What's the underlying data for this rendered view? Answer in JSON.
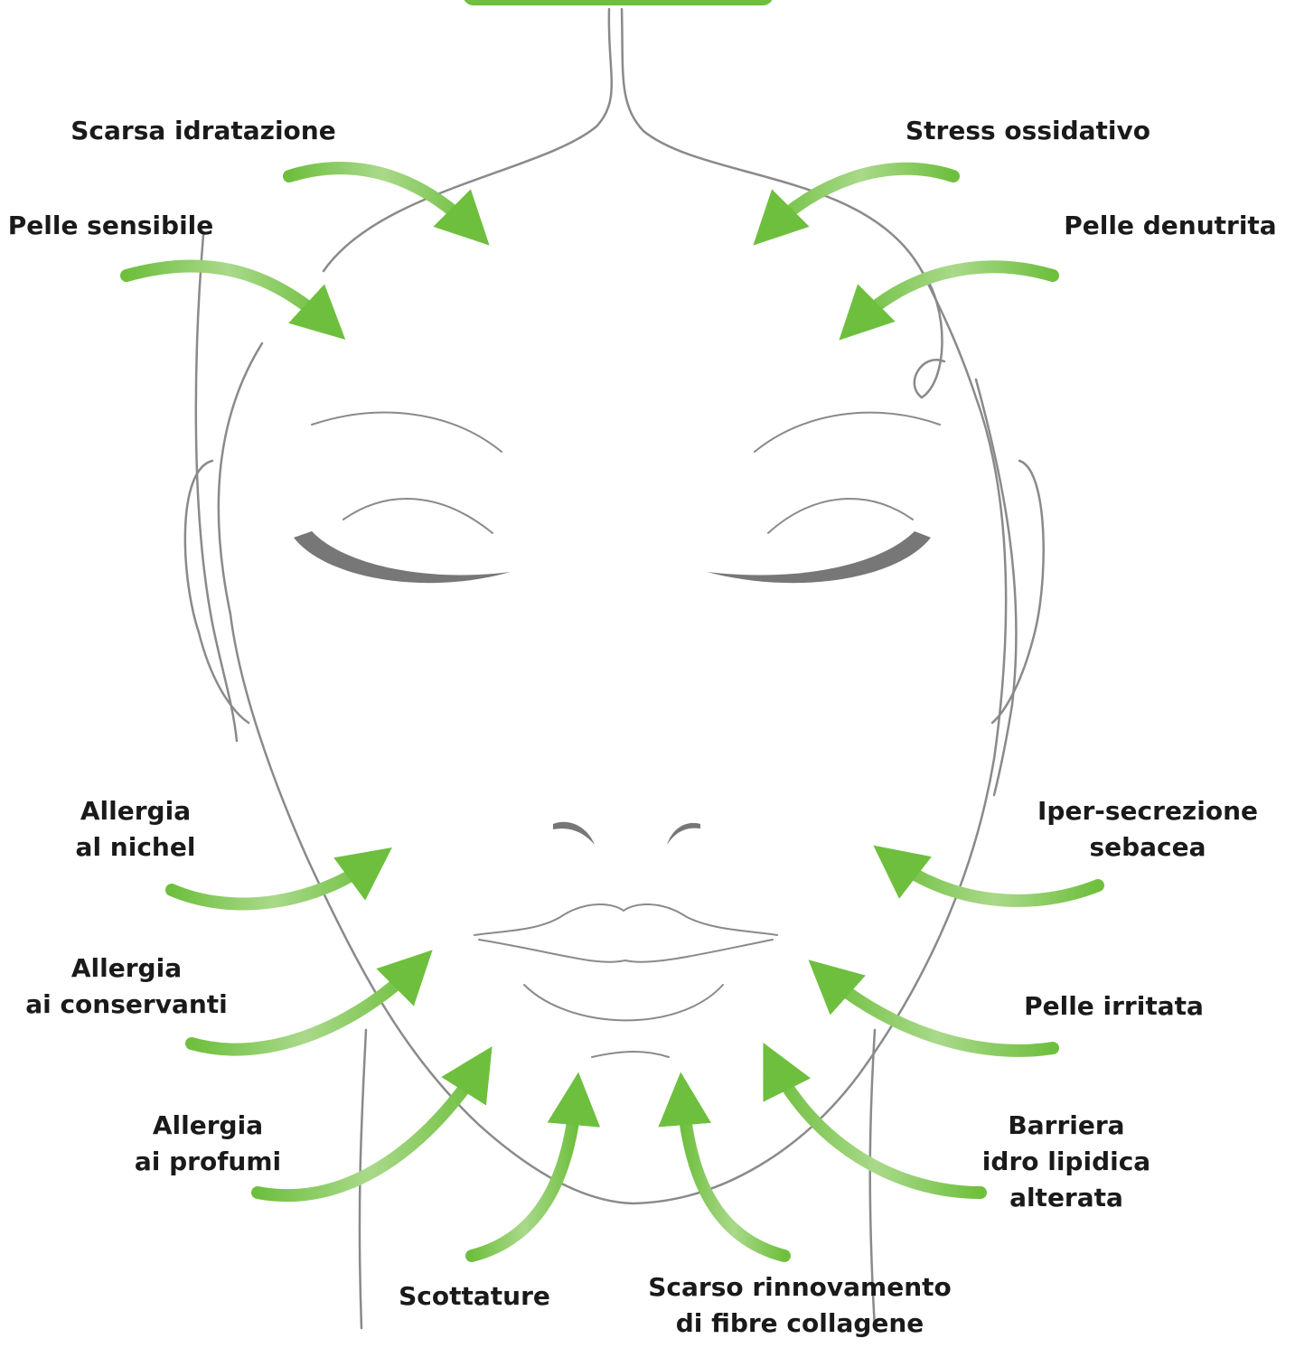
{
  "colors": {
    "arrow": "#6ebf3e",
    "outline": "#8a8a8a",
    "text": "#1a1a1a"
  },
  "labels": {
    "scarsa_idratazione": [
      "Scarsa idratazione"
    ],
    "stress_ossidativo": [
      "Stress ossidativo"
    ],
    "pelle_sensibile": [
      "Pelle sensibile"
    ],
    "pelle_denutrita": [
      "Pelle denutrita"
    ],
    "allergia_nichel": [
      "Allergia",
      "al nichel"
    ],
    "iper_secrezione": [
      "Iper-secrezione",
      "sebacea"
    ],
    "allergia_conservanti": [
      "Allergia",
      "ai conservanti"
    ],
    "pelle_irritata": [
      "Pelle irritata"
    ],
    "allergia_profumi": [
      "Allergia",
      "ai profumi"
    ],
    "barriera": [
      "Barriera",
      "idro lipidica",
      "alterata"
    ],
    "scottature": [
      "Scottature"
    ],
    "scarso_rinnovamento": [
      "Scarso rinnovamento",
      "di fibre collagene"
    ]
  }
}
